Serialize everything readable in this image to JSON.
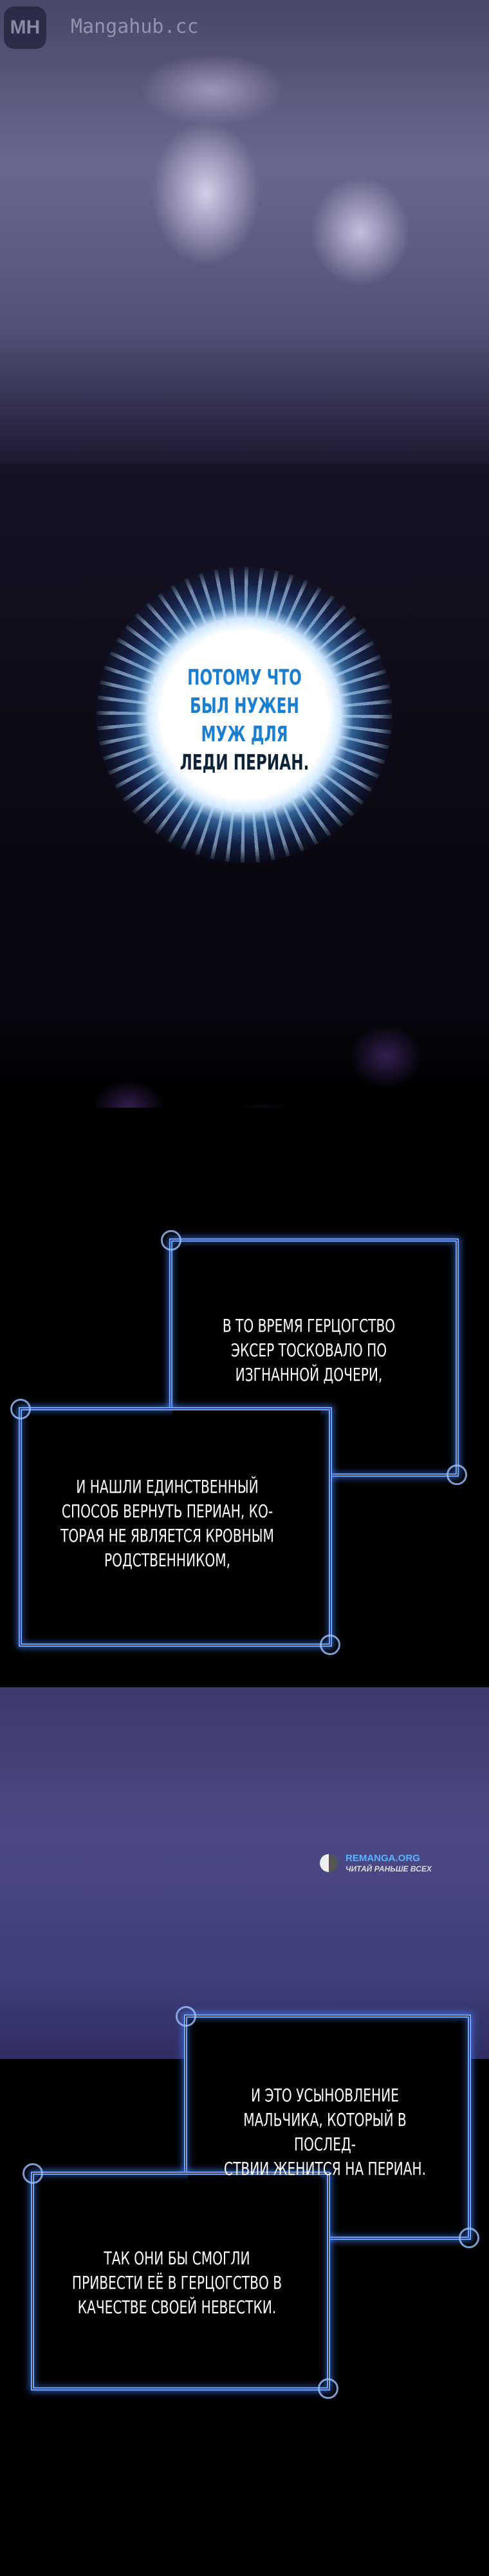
{
  "watermarks": {
    "mangahub_logo": "MH",
    "mangahub_text": "Mangahub.cc",
    "remanga_site": "REMANGA.ORG",
    "remanga_slogan": "ЧИТАЙ РАНЬШЕ ВСЕХ"
  },
  "burst_caption": {
    "lines": [
      "ПОТОМУ ЧТО",
      "БЫЛ НУЖЕН МУЖ ДЛЯ",
      "ЛЕДИ ПЕРИАН."
    ]
  },
  "captions": [
    {
      "lines": [
        "В ТО ВРЕМЯ ГЕРЦОГСТВО",
        "ЭКСЕР ТОСКОВАЛО ПО",
        "ИЗГНАННОЙ ДОЧЕРИ,"
      ]
    },
    {
      "lines": [
        "И НАШЛИ ЕДИНСТВЕННЫЙ",
        "СПОСОБ ВЕРНУТЬ ПЕРИАН, КО-",
        "ТОРАЯ НЕ ЯВЛЯЕТСЯ КРОВНЫМ",
        "РОДСТВЕННИКОМ,"
      ]
    },
    {
      "lines": [
        "И ЭТО УСЫНОВЛЕНИЕ",
        "МАЛЬЧИКА, КОТОРЫЙ В ПОСЛЕД-",
        "СТВИИ ЖЕНИТСЯ НА ПЕРИАН."
      ]
    },
    {
      "lines": [
        "ТАК ОНИ БЫ СМОГЛИ",
        "ПРИВЕСТИ ЕЁ В ГЕРЦОГСТВО В",
        "КАЧЕСТВЕ СВОЕЙ НЕВЕСТКИ."
      ]
    }
  ],
  "colors": {
    "frame_glow": "#6fa7ff",
    "caption_blue": "#1a7fd0"
  }
}
